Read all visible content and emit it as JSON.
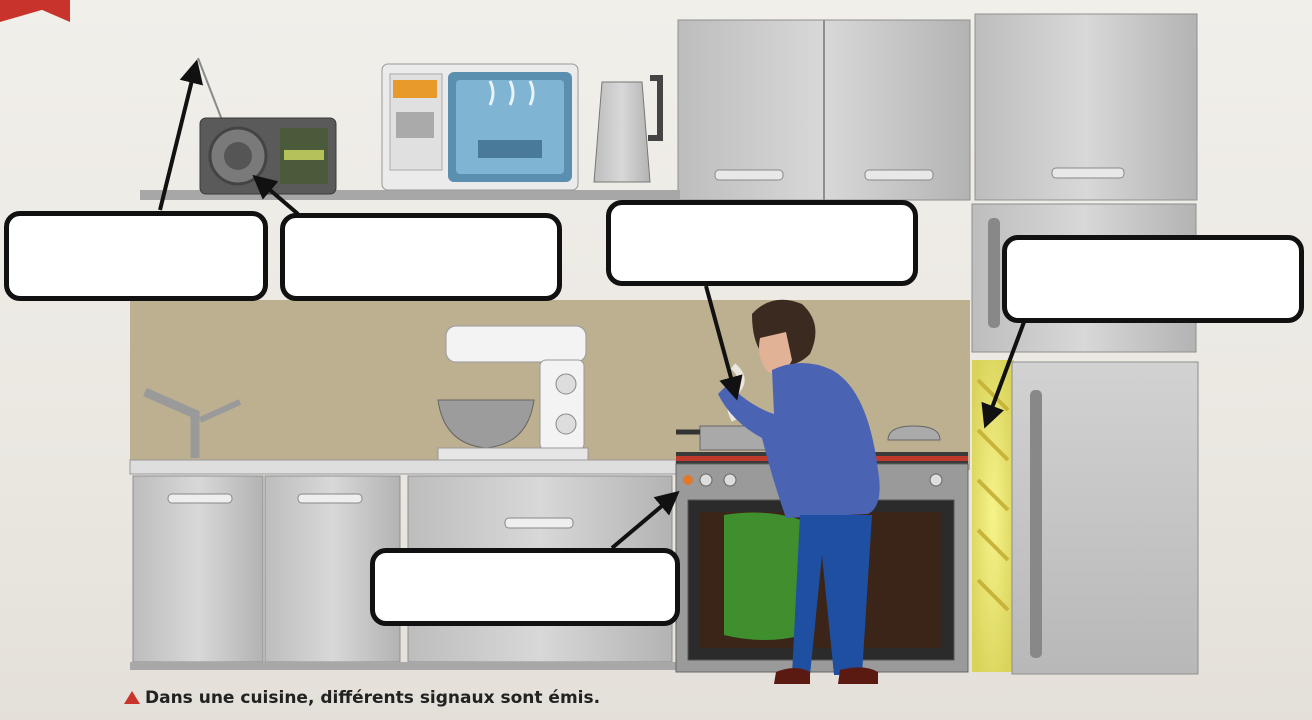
{
  "caption": {
    "text": "Dans une cuisine, différents signaux sont émis.",
    "marker_color": "#c8332b"
  },
  "label_boxes": [
    {
      "id": "radio-antenna-box",
      "text": ""
    },
    {
      "id": "radio-speaker-box",
      "text": ""
    },
    {
      "id": "steam-box",
      "text": ""
    },
    {
      "id": "fridge-light-box",
      "text": ""
    },
    {
      "id": "oven-indicator-box",
      "text": ""
    }
  ],
  "colors": {
    "backsplash": "#bdb090",
    "cabinet": "#c9c9c9",
    "shirt": "#4a63b3",
    "trousers": "#1f4fa0",
    "towel": "#3f8f2f",
    "fridge_light": "#f2ef6a"
  }
}
